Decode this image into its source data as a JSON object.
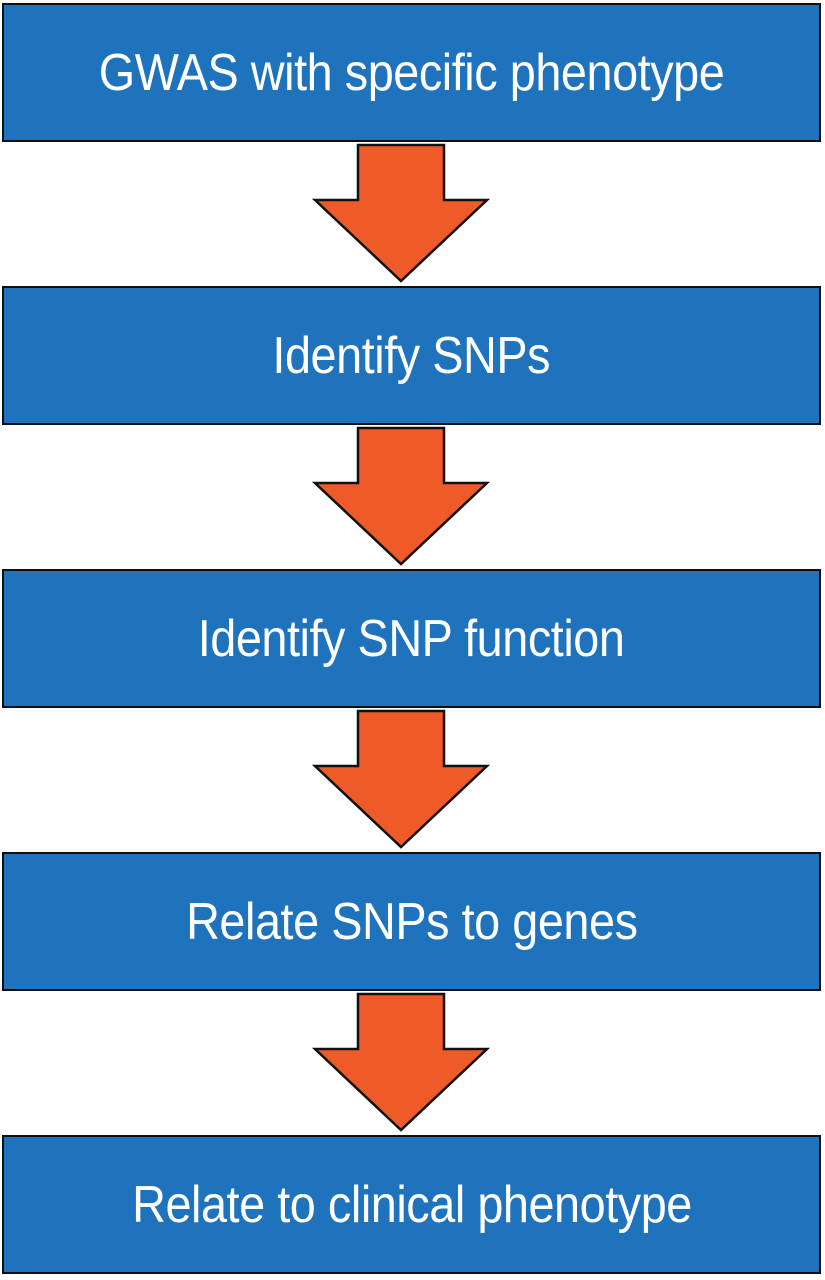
{
  "colors": {
    "box_fill": "#1f73bc",
    "box_border": "#0e0e0e",
    "arrow_fill": "#ef5a29",
    "arrow_stroke": "#111111",
    "text": "#ffffff"
  },
  "flowchart": {
    "steps": [
      {
        "label": "GWAS with specific phenotype"
      },
      {
        "label": "Identify SNPs"
      },
      {
        "label": "Identify SNP function"
      },
      {
        "label": "Relate SNPs to genes"
      },
      {
        "label": "Relate to clinical phenotype"
      }
    ],
    "connectors": [
      {
        "from": 0,
        "to": 1,
        "icon": "down-arrow-icon"
      },
      {
        "from": 1,
        "to": 2,
        "icon": "down-arrow-icon"
      },
      {
        "from": 2,
        "to": 3,
        "icon": "down-arrow-icon"
      },
      {
        "from": 3,
        "to": 4,
        "icon": "down-arrow-icon"
      }
    ]
  }
}
